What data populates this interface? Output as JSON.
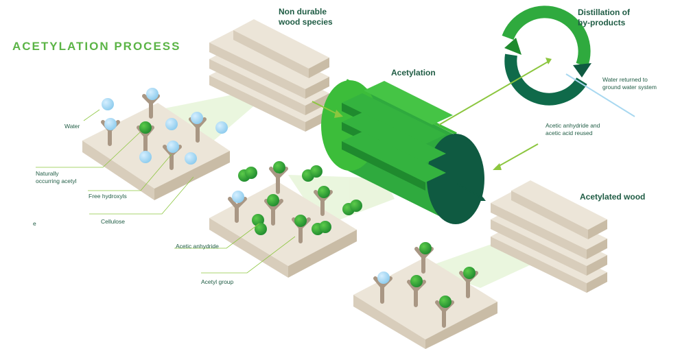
{
  "title": "ACETYLATION PROCESS",
  "headings": {
    "non_durable": [
      "Non durable",
      "wood species"
    ],
    "acetylation": "Acetylation",
    "distillation": [
      "Distillation of",
      "by-products"
    ],
    "acetylated_wood": "Acetylated wood"
  },
  "labels": {
    "water": "Water",
    "natural_acetyl": [
      "Naturally",
      "occurring acetyl"
    ],
    "free_hydroxyls": "Free hydroxyls",
    "cellulose": "Cellulose",
    "acetic_anhydride": "Acetic anhydride",
    "acetyl_group": "Acetyl group",
    "water_returned": [
      "Water returned to",
      "ground water system"
    ],
    "reused": [
      "Acetic anhydride and",
      "acetic acid reused"
    ],
    "stray": "e"
  },
  "colors": {
    "title": "#5bb446",
    "text": "#1f5c44",
    "wood_top": "#ece5d8",
    "wood_left": "#d8cdbb",
    "wood_right": "#c9bca6",
    "green": "#2e9e3a",
    "green_light": "#56c23c",
    "dark_green": "#0f5a41",
    "arrow": "#8cc63f",
    "water": "#a8d8f0",
    "molecule": "#a99784"
  }
}
